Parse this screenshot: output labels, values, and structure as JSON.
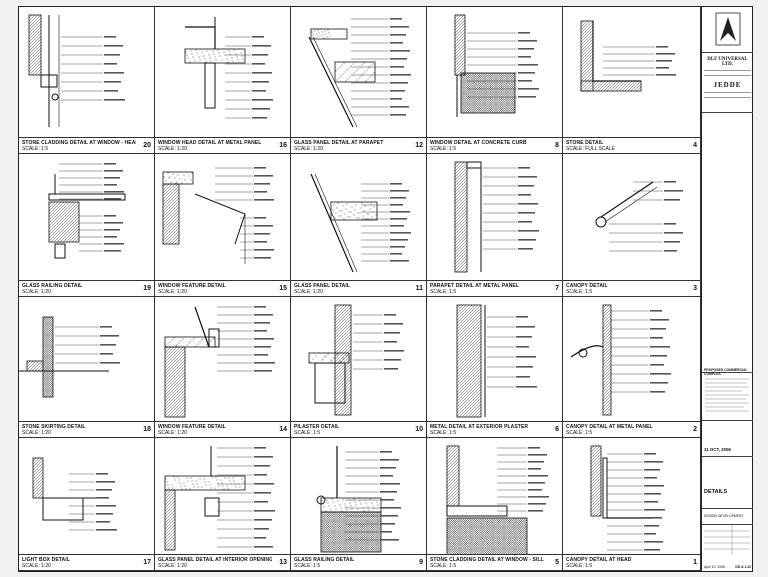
{
  "details": [
    {
      "title": "STONE CLADDING DETAIL AT WINDOW - HEAD/JAMB",
      "scale": "SCALE: 1:5",
      "number": "20",
      "kind": "window-jamb"
    },
    {
      "title": "WINDOW HEAD DETAIL AT METAL PANEL",
      "scale": "SCALE: 1:20",
      "number": "16",
      "kind": "window-head"
    },
    {
      "title": "GLASS PANEL DETAIL AT PARAPET",
      "scale": "SCALE: 1:20",
      "number": "12",
      "kind": "glass-parapet"
    },
    {
      "title": "WINDOW DETAIL AT CONCRETE CURB",
      "scale": "SCALE: 1:5",
      "number": "8",
      "kind": "concrete-curb"
    },
    {
      "title": "STONE DETAIL",
      "scale": "SCALE: FULL SCALE",
      "number": "4",
      "kind": "stone-corner"
    },
    {
      "title": "GLASS RAILING DETAIL",
      "scale": "SCALE: 1:20",
      "number": "19",
      "kind": "glass-railing"
    },
    {
      "title": "WINDOW FEATURE DETAIL",
      "scale": "SCALE: 1:20",
      "number": "15",
      "kind": "window-feature"
    },
    {
      "title": "GLASS PANEL DETAIL",
      "scale": "SCALE: 1:20",
      "number": "11",
      "kind": "glass-panel"
    },
    {
      "title": "PARAPET DETAIL AT METAL PANEL",
      "scale": "SCALE: 1:5",
      "number": "7",
      "kind": "parapet"
    },
    {
      "title": "CANOPY DETAIL",
      "scale": "SCALE: 1:5",
      "number": "3",
      "kind": "canopy"
    },
    {
      "title": "STONE SKIRTING DETAIL",
      "scale": "SCALE: 1:20",
      "number": "18",
      "kind": "skirting"
    },
    {
      "title": "WINDOW FEATURE DETAIL",
      "scale": "SCALE: 1:20",
      "number": "14",
      "kind": "window-feature-2"
    },
    {
      "title": "PILASTER DETAIL",
      "scale": "SCALE: 1:5",
      "number": "10",
      "kind": "pilaster"
    },
    {
      "title": "METAL DETAIL AT EXTERIOR PLASTER",
      "scale": "SCALE: 1:5",
      "number": "6",
      "kind": "metal-plaster"
    },
    {
      "title": "CANOPY DETAIL AT METAL PANEL",
      "scale": "SCALE: 1:5",
      "number": "2",
      "kind": "canopy-panel"
    },
    {
      "title": "LIGHT BOX DETAIL",
      "scale": "SCALE: 1:20",
      "number": "17",
      "kind": "light-box"
    },
    {
      "title": "GLASS PANEL DETAIL AT INTERIOR OPENING",
      "scale": "SCALE: 1:20",
      "number": "13",
      "kind": "interior-opening"
    },
    {
      "title": "GLASS RAILING DETAIL",
      "scale": "SCALE: 1:5",
      "number": "9",
      "kind": "railing-base"
    },
    {
      "title": "STONE CLADDING DETAIL AT WINDOW - SILL",
      "scale": "SCALE: 1:5",
      "number": "5",
      "kind": "sill"
    },
    {
      "title": "CANOPY DETAIL AT HEAD",
      "scale": "SCALE: 1:5",
      "number": "1",
      "kind": "canopy-head"
    }
  ],
  "titleblock": {
    "company": "DLF UNIVERSAL LTD.",
    "logo_text": "JEDDE",
    "project": "PROPOSED COMMERCIAL COMPLEX",
    "date": "11 OCT, 2006",
    "drawing_title": "DETAILS",
    "stage": "DESIGN DEVELOPMENT",
    "drawing_number": "DD A 1.42",
    "issue_date": "April 10, 2006"
  }
}
